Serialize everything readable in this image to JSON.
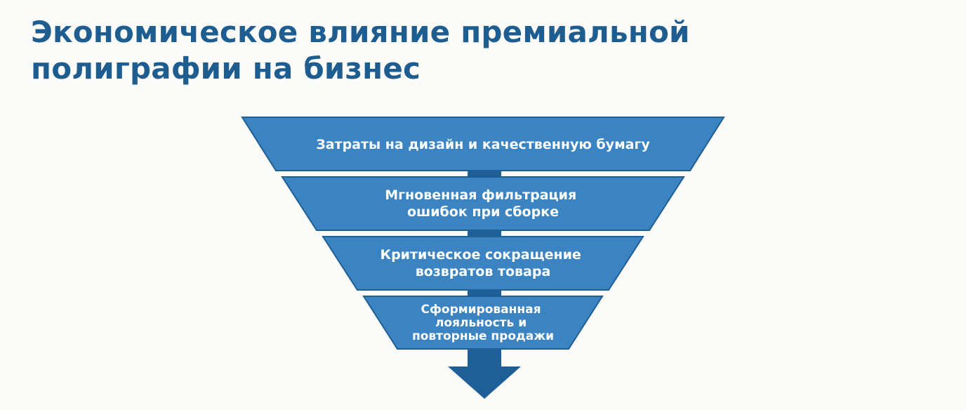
{
  "title": {
    "line1": "Экономическое влияние премиальной",
    "line2": "полиграфии на бизнес"
  },
  "funnel": {
    "tiers": [
      {
        "lines": [
          "Затраты на дизайн и качественную бумагу"
        ]
      },
      {
        "lines": [
          "Мгновенная фильтрация",
          "ошибок при сборке"
        ]
      },
      {
        "lines": [
          "Критическое сокращение",
          "возвратов товара"
        ]
      },
      {
        "lines": [
          "Сформированная",
          "лояльность и",
          "повторные продажи"
        ]
      }
    ],
    "colors": {
      "tier_fill": "#3b84c1",
      "tier_edge": "#1f5f94",
      "arrow": "#1d5f96"
    }
  }
}
